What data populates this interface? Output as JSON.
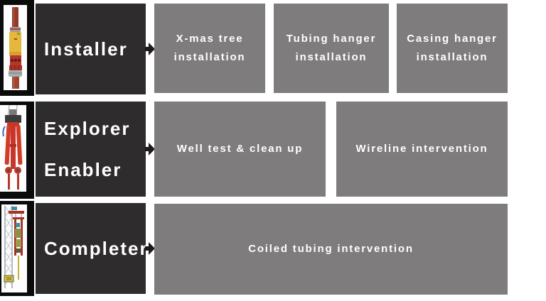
{
  "diagram": {
    "rows": [
      {
        "role_lines": [
          "Installer"
        ],
        "photo_name": "xmas-tree-tool-photo",
        "tasks": [
          {
            "label": "X-mas tree installation"
          },
          {
            "label": "Tubing hanger installation"
          },
          {
            "label": "Casing hanger installation"
          }
        ]
      },
      {
        "role_lines": [
          "Explorer",
          "Enabler"
        ],
        "photo_name": "wireline-tool-string-photo",
        "tasks": [
          {
            "label": "Well test & clean up"
          },
          {
            "label": "Wireline intervention"
          }
        ]
      },
      {
        "role_lines": [
          "Completer"
        ],
        "photo_name": "intervention-rig-photo",
        "tasks": [
          {
            "label": "Coiled tubing intervention"
          }
        ]
      }
    ],
    "palette": {
      "background": "#ffffff",
      "photo_strip": "#0b0b0b",
      "role_box": "#2e2c2d",
      "task_box": "#7f7c7d",
      "label_text": "#ffffff",
      "arrow": "#1c1a1b"
    },
    "icons": [
      {
        "name": "arrow-right-icon",
        "meaning": "role leads to tasks"
      }
    ]
  }
}
